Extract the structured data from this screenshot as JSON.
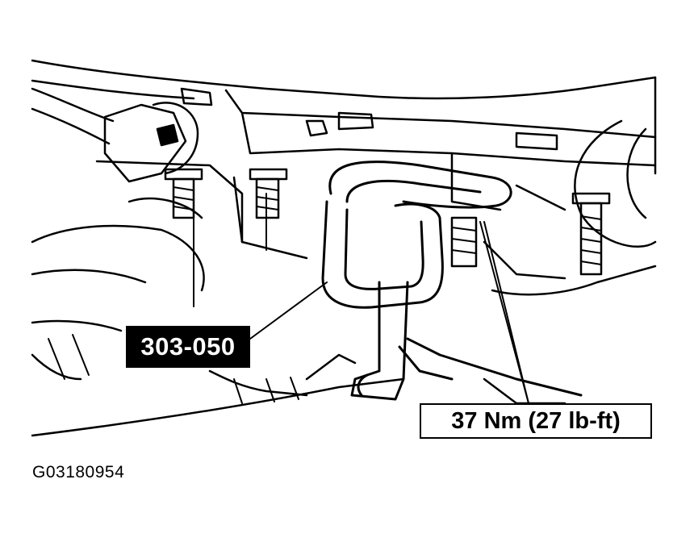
{
  "callouts": {
    "tool": "303-050",
    "torque": "37 Nm (27 lb-ft)"
  },
  "figure_id": "G03180954",
  "colors": {
    "ink": "#000000",
    "paper": "#ffffff"
  }
}
